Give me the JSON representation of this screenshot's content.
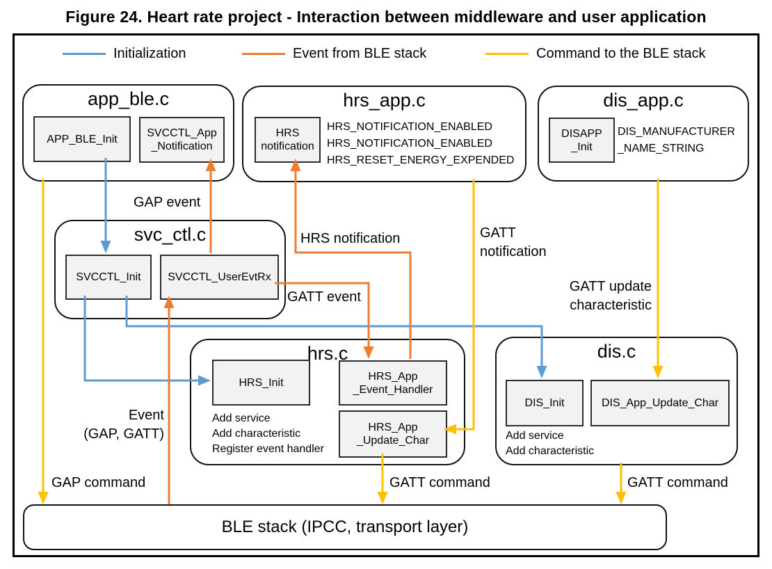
{
  "figure": {
    "title": "Figure 24. Heart rate project - Interaction between middleware and user application"
  },
  "legend": [
    {
      "label": "Initialization",
      "color": "#5B9BD5"
    },
    {
      "label": "Event from BLE stack",
      "color": "#ED7D31"
    },
    {
      "label": "Command to the BLE stack",
      "color": "#FFC000"
    }
  ],
  "modules": {
    "app_ble": {
      "title": "app_ble.c",
      "fn_init": "APP_BLE_Init",
      "fn_notification": "SVCCTL_App\n_Notification"
    },
    "hrs_app": {
      "title": "hrs_app.c",
      "fn_notification": "HRS\nnotification",
      "events": "HRS_NOTIFICATION_ENABLED\nHRS_NOTIFICATION_ENABLED\nHRS_RESET_ENERGY_EXPENDED"
    },
    "dis_app": {
      "title": "dis_app.c",
      "fn_init": "DISAPP\n_Init",
      "constant": "DIS_MANUFACTURER\n_NAME_STRING"
    },
    "svc_ctl": {
      "title": "svc_ctl.c",
      "fn_init": "SVCCTL_Init",
      "fn_user_evt_rx": "SVCCTL_UserEvtRx"
    },
    "hrs": {
      "title": "hrs.c",
      "fn_init": "HRS_Init",
      "fn_event_handler": "HRS_App\n_Event_Handler",
      "fn_update_char": "HRS_App\n_Update_Char",
      "notes": "Add service\nAdd characteristic\nRegister event handler"
    },
    "dis": {
      "title": "dis.c",
      "fn_init": "DIS_Init",
      "fn_update_char": "DIS_App_Update_Char",
      "notes": "Add service\nAdd characteristic"
    },
    "ble_stack": {
      "title": "BLE stack (IPCC, transport layer)"
    }
  },
  "arrow_labels": {
    "gap_event": "GAP event",
    "hrs_notification": "HRS notification",
    "gatt_notification": "GATT\nnotification",
    "gatt_event": "GATT event",
    "gatt_update_characteristic": "GATT update\ncharacteristic",
    "event_gap_gatt": "Event\n(GAP, GATT)",
    "gap_command": "GAP command",
    "gatt_command_hrs": "GATT command",
    "gatt_command_dis": "GATT command"
  }
}
